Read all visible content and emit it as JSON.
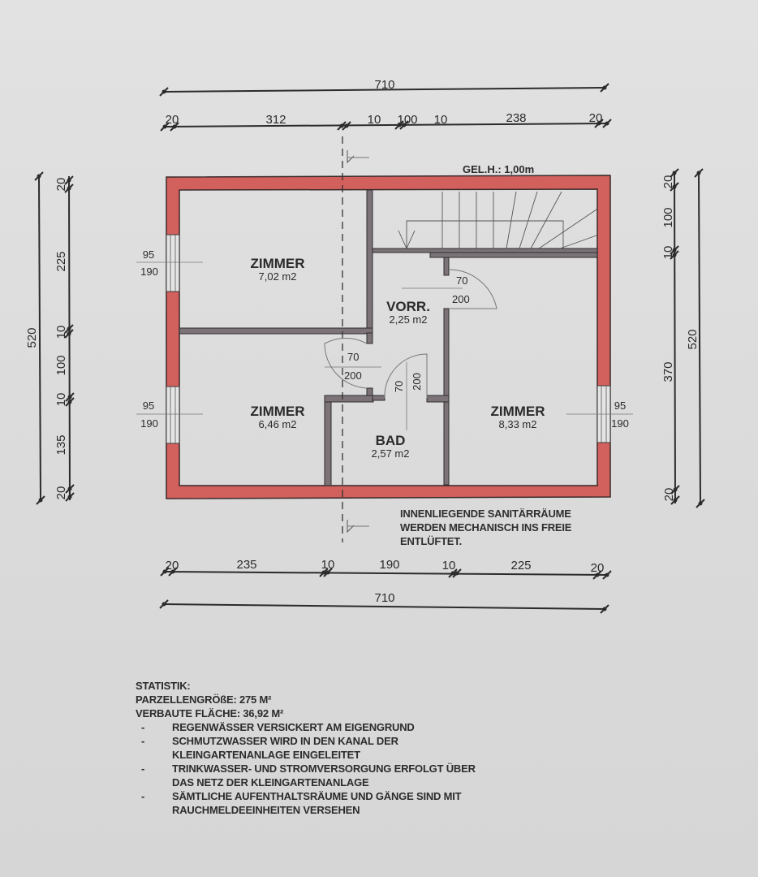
{
  "plan": {
    "colors": {
      "outer_wall": "#d2605d",
      "inner_wall": "#7c7378",
      "line": "#2b2b2b",
      "paper": "#dcdcdc"
    },
    "top_dimensions": {
      "overall": "710",
      "segments": [
        "20",
        "312",
        "10",
        "100",
        "10",
        "238",
        "20"
      ]
    },
    "bottom_dimensions": {
      "overall": "710",
      "segments": [
        "20",
        "235",
        "10",
        "190",
        "10",
        "225",
        "20"
      ]
    },
    "left_dimensions": {
      "overall": "520",
      "segments": [
        "20",
        "225",
        "10",
        "100",
        "10",
        "135",
        "20"
      ]
    },
    "right_dimensions": {
      "overall": "520",
      "segments": [
        "20",
        "100",
        "10",
        "370",
        "20"
      ]
    },
    "stair_label": "GEL.H.: 1,00m",
    "rooms": [
      {
        "name": "ZIMMER",
        "area": "7,02 m2"
      },
      {
        "name": "VORR.",
        "area": "2,25 m2"
      },
      {
        "name": "ZIMMER",
        "area": "6,46 m2"
      },
      {
        "name": "BAD",
        "area": "2,57 m2"
      },
      {
        "name": "ZIMMER",
        "area": "8,33 m2"
      }
    ],
    "windows": [
      {
        "width": "95",
        "height": "190"
      },
      {
        "width": "95",
        "height": "190"
      },
      {
        "width": "95",
        "height": "190"
      }
    ],
    "doors": [
      {
        "width": "70",
        "height": "200"
      },
      {
        "width": "70",
        "height": "200"
      },
      {
        "width": "70",
        "height": "200"
      }
    ],
    "ventilation_note": [
      "INNENLIEGENDE SANITÄRRÄUME",
      "WERDEN MECHANISCH INS FREIE",
      "ENTLÜFTET."
    ]
  },
  "statistics": {
    "title": "STATISTIK:",
    "plot_size": "PARZELLENGRÖßE:  275 M²",
    "built_area": "VERBAUTE FLÄCHE: 36,92 M²",
    "bullet_symbol": "-",
    "bullets": [
      [
        "REGENWÄSSER VERSICKERT AM EIGENGRUND"
      ],
      [
        "SCHMUTZWASSER WIRD IN DEN KANAL DER",
        "KLEINGARTENANLAGE EINGELEITET"
      ],
      [
        "TRINKWASSER- UND STROMVERSORGUNG ERFOLGT ÜBER",
        "DAS NETZ DER KLEINGARTENANLAGE"
      ],
      [
        "SÄMTLICHE AUFENTHALTSRÄUME UND GÄNGE SIND MIT",
        "RAUCHMELDEEINHEITEN VERSEHEN"
      ]
    ]
  }
}
